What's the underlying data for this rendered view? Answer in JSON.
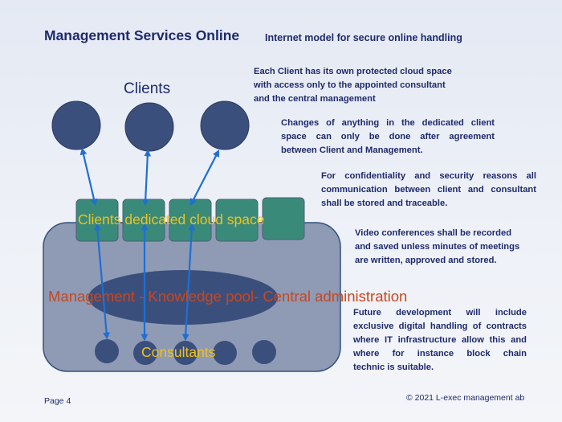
{
  "header": {
    "title": "Management Services Online",
    "subtitle": "Internet model for secure online handling"
  },
  "diagram": {
    "clients_label": "Clients",
    "cloud_label": "Clients dedicated cloud space",
    "management_label": "Management - Knowledge pool- Central administration",
    "consultants_label": "Consultants",
    "colors": {
      "client_circle": "#3b4f7d",
      "cloud_box": "#3a8a7a",
      "platform": "#8f9ab5",
      "ellipse": "#3b4f7d",
      "arrow": "#1f6fd1",
      "yellow_text": "#f2c21a",
      "red_text": "#c9461c"
    }
  },
  "notes": {
    "note1": [
      "Each Client has its own protected cloud space",
      "with access only to the appointed consultant",
      "and the central management"
    ],
    "note2": [
      "Changes of anything in the dedicated client",
      "space can only be done after agreement",
      "between Client and Management."
    ],
    "note3": [
      "For confidentiality and security reasons all",
      "communication between client and consultant",
      "shall be stored and traceable."
    ],
    "note4": [
      "Video conferences shall be recorded",
      "and saved unless minutes of meetings",
      "are written, approved and stored."
    ],
    "note5": [
      "Future development will include",
      "exclusive digital handling of contracts",
      "where IT infrastructure allow this and",
      "where for instance block chain",
      "technic is suitable."
    ]
  },
  "footer": {
    "page": "Page 4",
    "copyright": "© 2021 L-exec management ab"
  }
}
